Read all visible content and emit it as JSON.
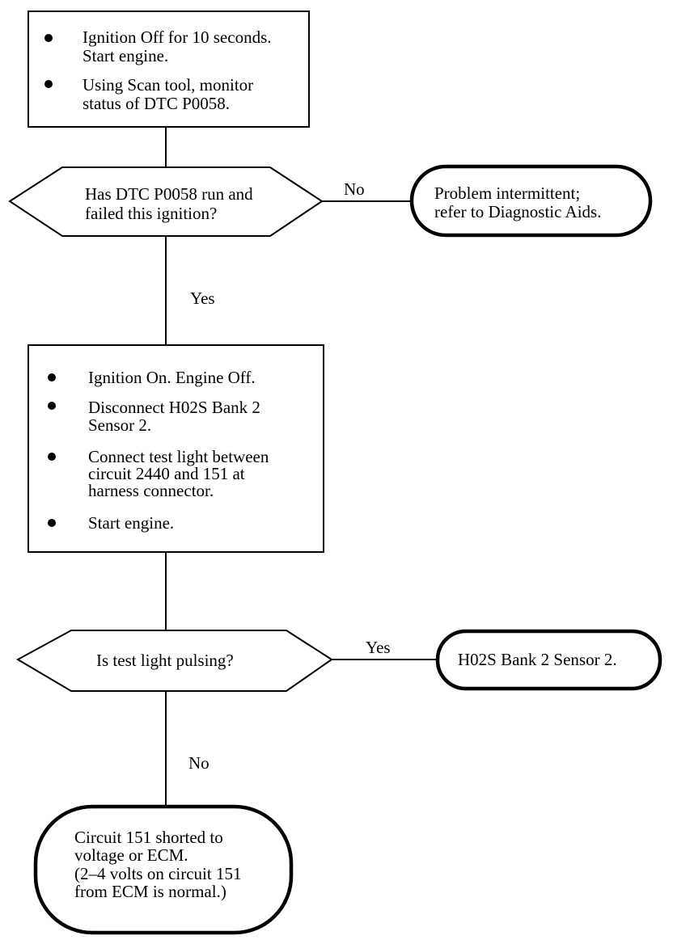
{
  "box1": {
    "bullets": [
      [
        "Ignition Off for 10 seconds.",
        "Start engine."
      ],
      [
        "Using Scan tool, monitor",
        "status of  DTC P0058."
      ]
    ]
  },
  "decision1": {
    "lines": [
      "Has DTC P0058 run and",
      "failed this ignition?"
    ],
    "no_label": "No",
    "yes_label": "Yes"
  },
  "terminal1": {
    "lines": [
      "Problem intermittent;",
      "refer to Diagnostic Aids."
    ]
  },
  "box2": {
    "bullets": [
      [
        "Ignition On. Engine Off."
      ],
      [
        "Disconnect H02S Bank 2",
        "Sensor 2."
      ],
      [
        "Connect test light between",
        "circuit 2440 and 151 at",
        "harness connector."
      ],
      [
        "Start engine."
      ]
    ]
  },
  "decision2": {
    "lines": [
      "Is test light pulsing?"
    ],
    "yes_label": "Yes",
    "no_label": "No"
  },
  "terminal2": {
    "lines": [
      "H02S Bank 2 Sensor 2."
    ]
  },
  "terminal3": {
    "lines": [
      "Circuit 151 shorted to",
      "voltage or ECM.",
      "(2–4 volts on circuit 151",
      "from ECM is normal.)"
    ]
  }
}
